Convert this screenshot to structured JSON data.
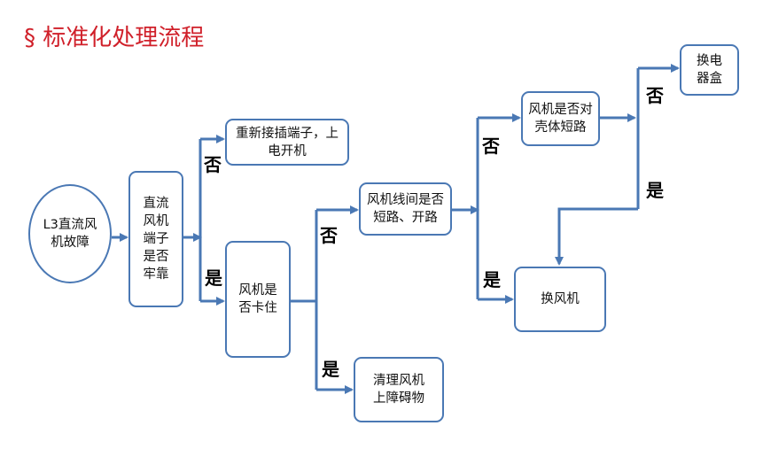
{
  "title": "§ 标准化处理流程",
  "nodes": {
    "start": "L3直流风机故障",
    "connector_check": "直流风机端子是否牢靠",
    "replug": "重新接插端子，上电开机",
    "fan_stuck": "风机是否卡住",
    "clean": "清理风机上障碍物",
    "wire_short": "风机线间是否短路、开路",
    "shell_short": "风机是否对壳体短路",
    "replace_fan": "换风机",
    "replace_box": "换电器盒"
  },
  "branches": {
    "no": "否",
    "yes": "是"
  },
  "colors": {
    "accent": "#4a78b4",
    "title": "#d0202a"
  }
}
